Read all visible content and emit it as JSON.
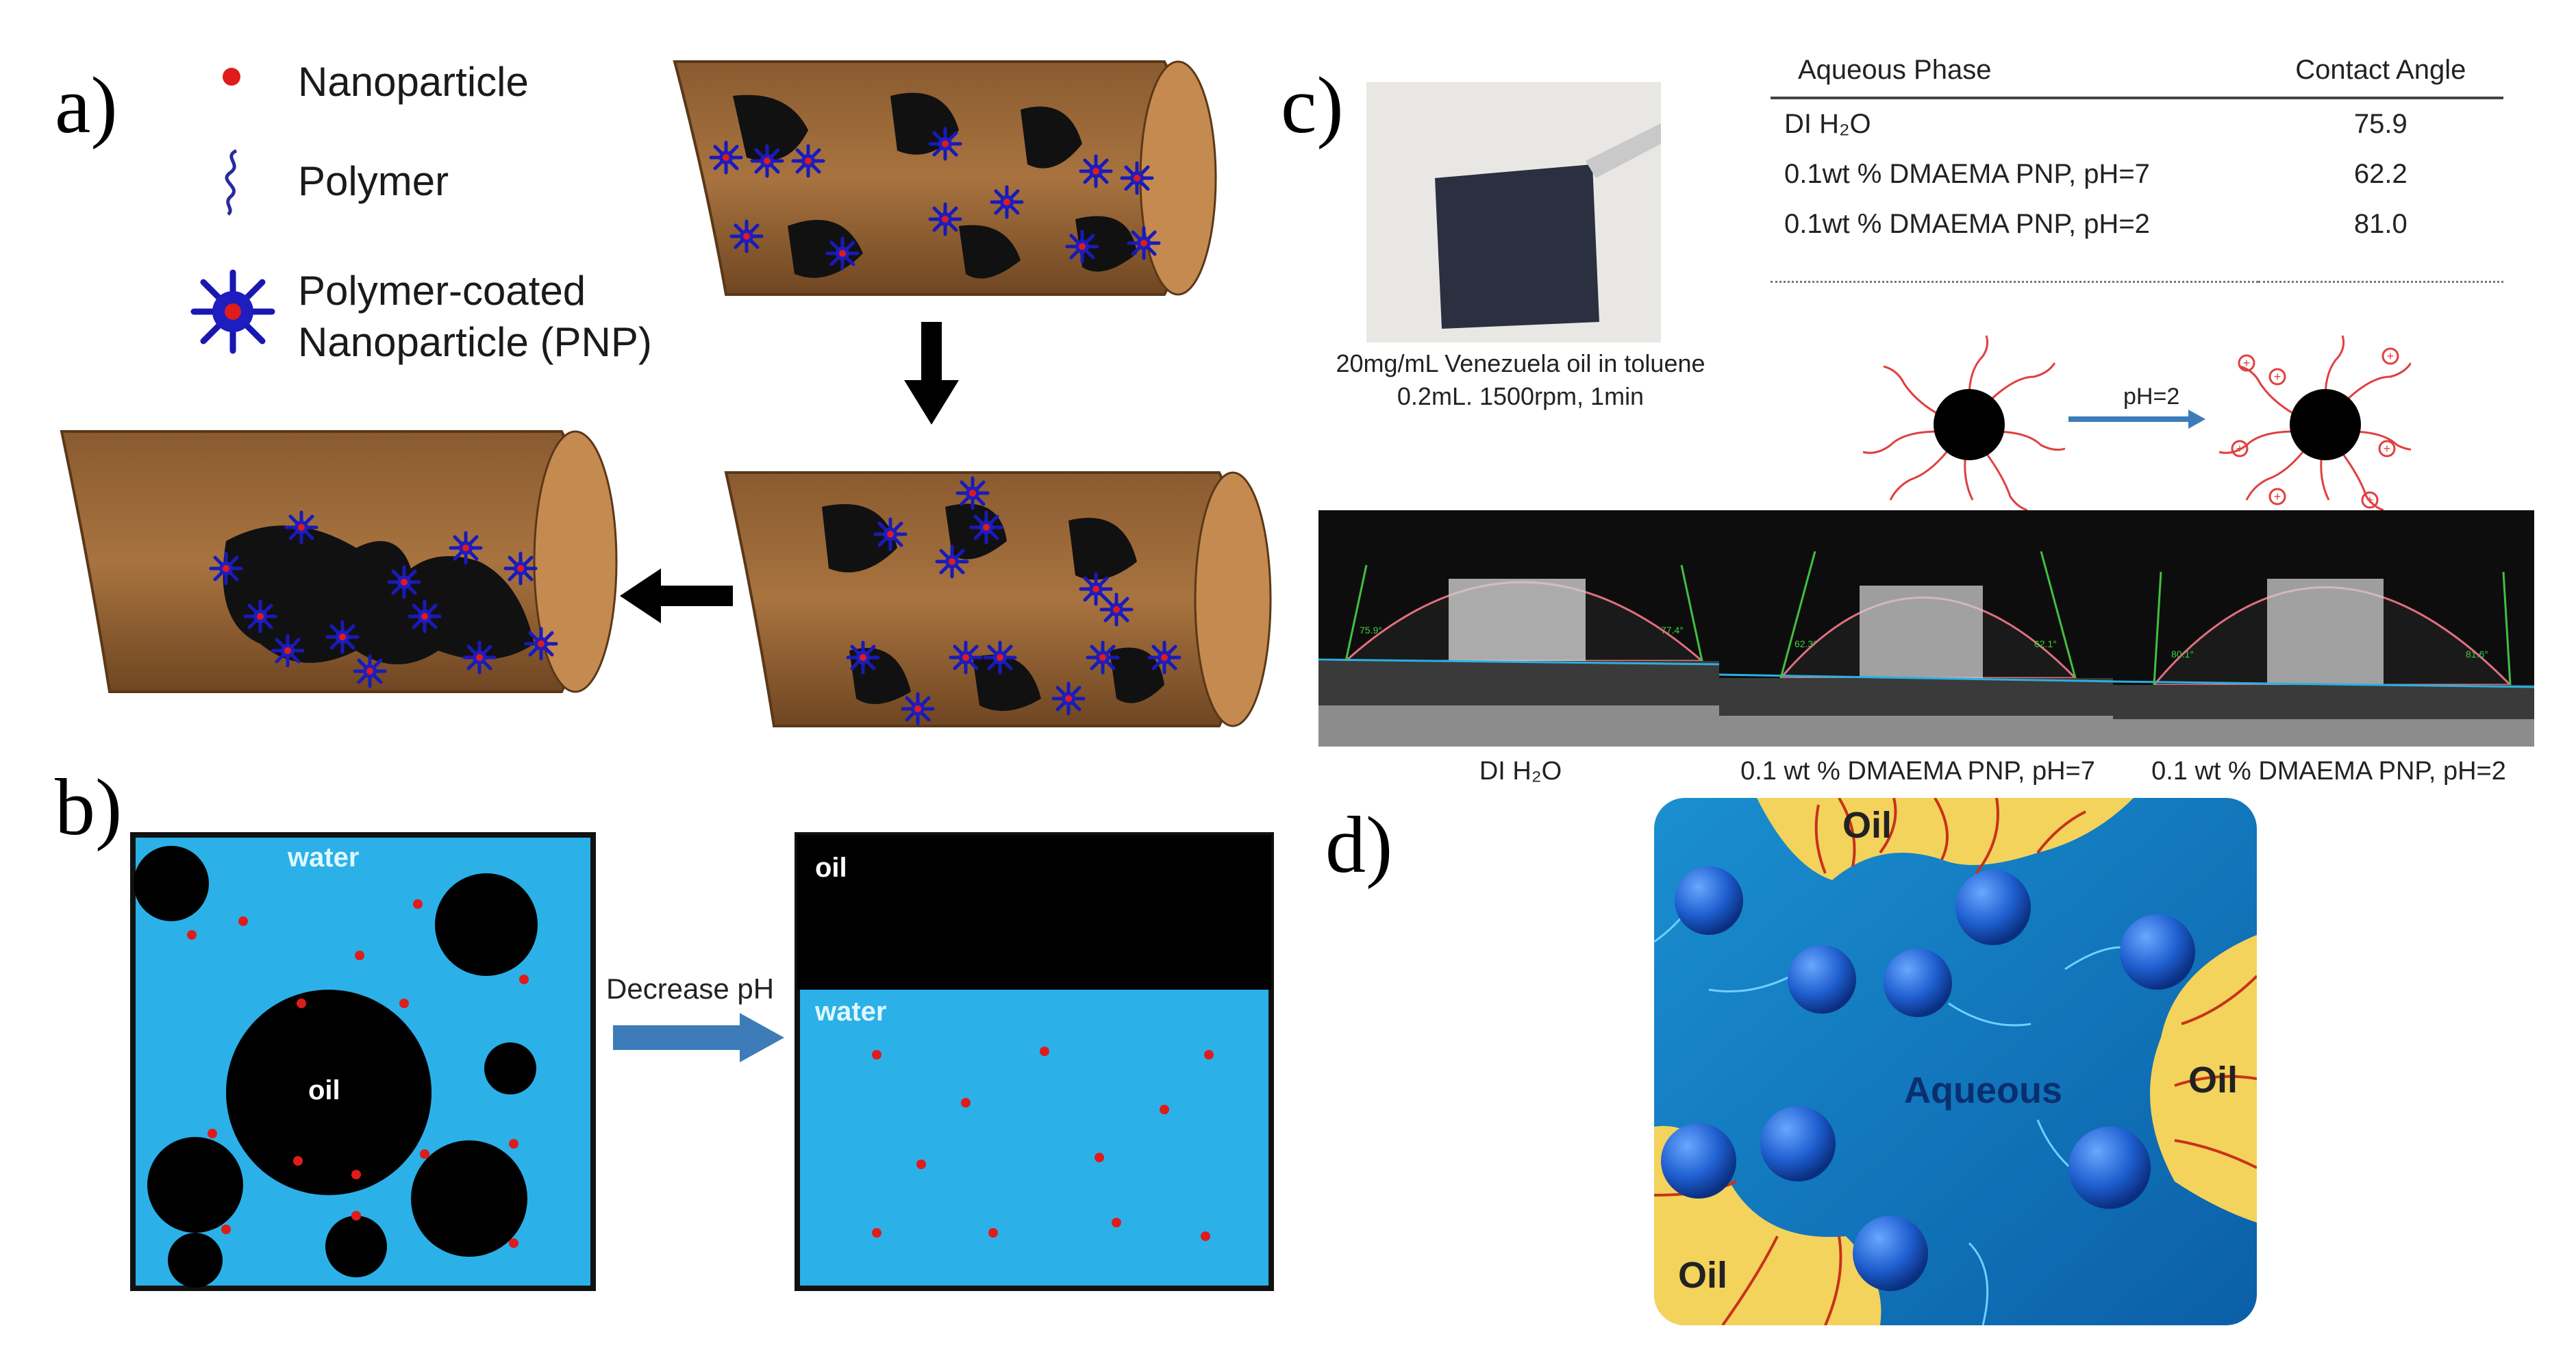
{
  "panels": {
    "a": "a)",
    "b": "b)",
    "c": "c)",
    "d": "d)"
  },
  "legend": {
    "nanoparticle": "Nanoparticle",
    "polymer": "Polymer",
    "pnp_line1": "Polymer-coated",
    "pnp_line2": "Nanoparticle (PNP)"
  },
  "panel_b": {
    "left_water": "water",
    "left_oil": "oil",
    "arrow_label": "Decrease pH",
    "right_oil": "oil",
    "right_water": "water"
  },
  "panel_c": {
    "photo_caption_line1": "20mg/mL Venezuela oil in toluene",
    "photo_caption_line2": "0.2mL. 1500rpm, 1min",
    "table_headers": [
      "Aqueous Phase",
      "Contact Angle"
    ],
    "table_rows": [
      {
        "phase": "DI H₂O",
        "angle": "75.9"
      },
      {
        "phase": "0.1wt % DMAEMA PNP, pH=7",
        "angle": "62.2"
      },
      {
        "phase": "0.1wt % DMAEMA PNP, pH=2",
        "angle": "81.0"
      }
    ],
    "ph_label": "pH=2",
    "drop_labels": [
      "DI H₂O",
      "0.1 wt % DMAEMA PNP, pH=7",
      "0.1 wt % DMAEMA PNP, pH=2"
    ],
    "drop_angles": [
      {
        "left": "75.9°",
        "right": "77.4°"
      },
      {
        "left": "62.3°",
        "right": "62.1°"
      },
      {
        "left": "80.1°",
        "right": "81.6°"
      }
    ]
  },
  "panel_d": {
    "oil_top": "Oil",
    "oil_right": "Oil",
    "oil_bottom": "Oil",
    "aqueous": "Aqueous"
  },
  "colors": {
    "rock": "#9b6a3c",
    "water_blue": "#3fb4e6",
    "nanoparticle": "#e01b1b",
    "polymer": "#2424c8",
    "oil_yellow": "#f3d35c"
  }
}
